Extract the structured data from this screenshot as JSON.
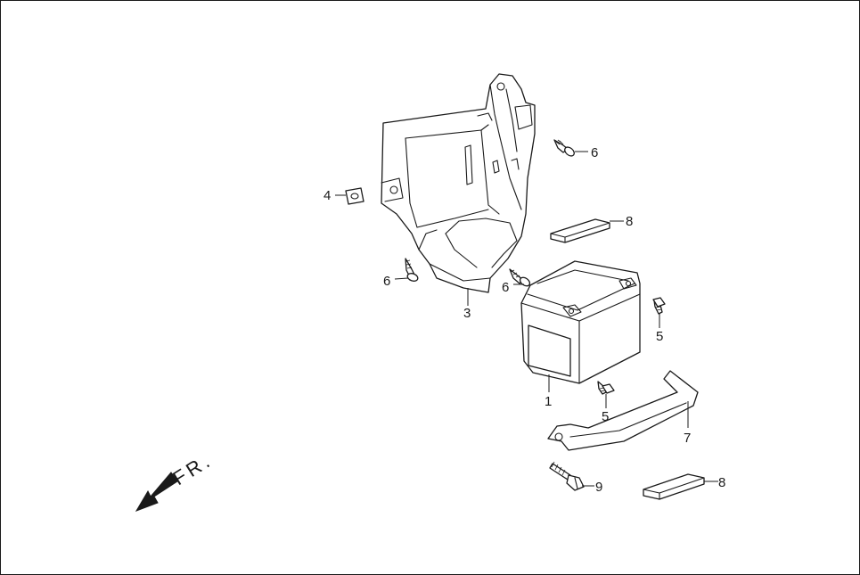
{
  "diagram": {
    "front_label": "FR.",
    "callouts": {
      "battery": "1",
      "tray": "3",
      "nut": "4",
      "bolt_upper": "5",
      "bolt_lower": "5",
      "screw_upper": "6",
      "screw_left": "6",
      "screw_mid": "6",
      "band": "7",
      "pad_upper": "8",
      "pad_lower": "8",
      "flange_bolt": "9"
    }
  },
  "colors": {
    "line": "#1a1a1a",
    "background": "#ffffff"
  }
}
